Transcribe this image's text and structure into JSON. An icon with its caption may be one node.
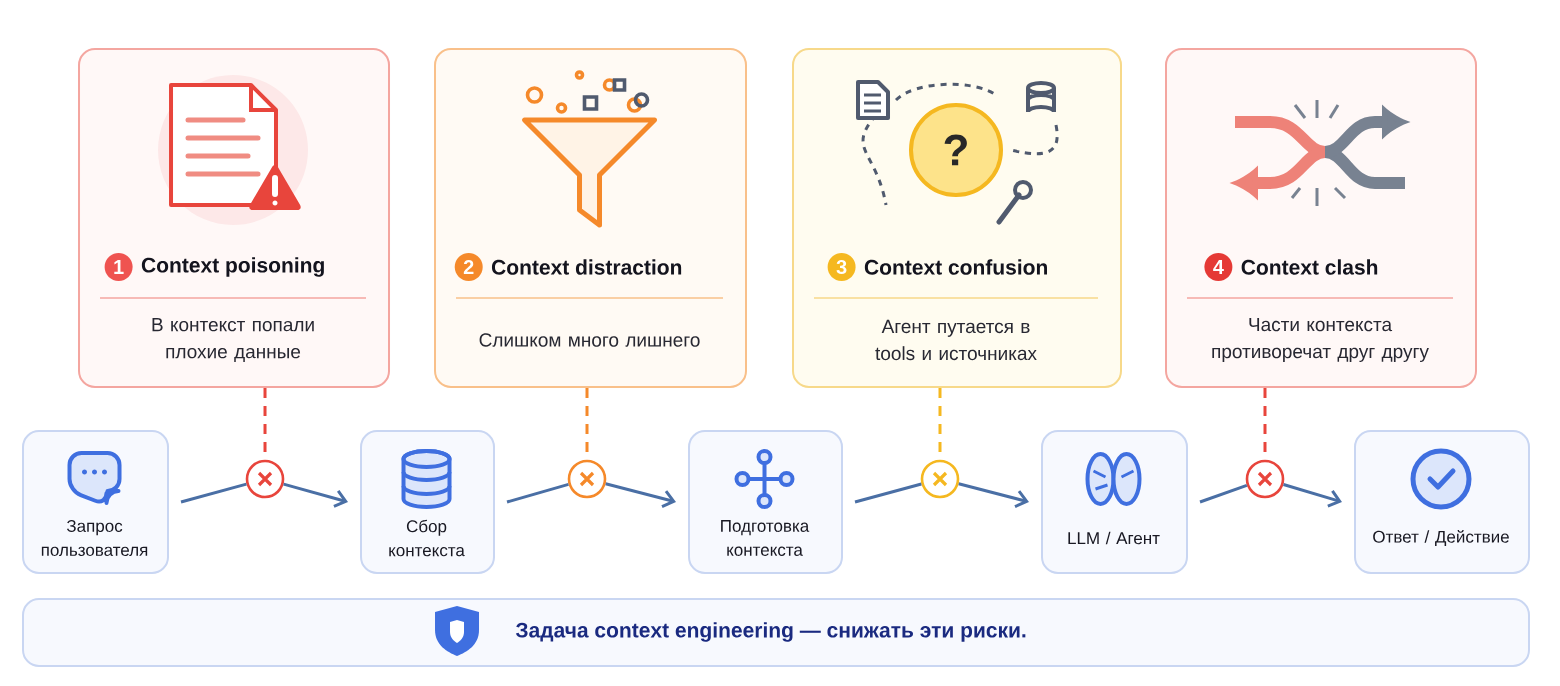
{
  "diagram": {
    "nodes": [
      {
        "text": [
          "1",
          "Context poisoning",
          "В контекст попали плохие данные"
        ]
      },
      {
        "text": [
          "2",
          "Context distraction",
          "Слишком много лишнего"
        ]
      },
      {
        "text": [
          "3",
          "Context confusion",
          "Агент путается в tools и источниках"
        ]
      },
      {
        "text": [
          "4",
          "Context clash",
          "Части контекста противоречат друг другу"
        ]
      },
      {
        "text": [
          "Запрос пользователя"
        ]
      },
      {
        "text": [
          "Сбор контекста"
        ]
      },
      {
        "text": [
          "Подготовка контекста"
        ]
      },
      {
        "text": [
          "LLM / Агент"
        ]
      },
      {
        "text": [
          "Ответ / Действие"
        ]
      },
      {
        "text": [],
        "shape": "circle"
      },
      {
        "text": [],
        "shape": "circle"
      },
      {
        "text": [],
        "shape": "circle"
      },
      {
        "text": [],
        "shape": "circle"
      },
      {
        "text": [
          "Задача context engineering — снижать эти риски."
        ]
      }
    ],
    "edges": [
      {
        "from": 4,
        "to": 9,
        "arrow": "none"
      },
      {
        "from": 9,
        "to": 5,
        "arrow": "to"
      },
      {
        "from": 5,
        "to": 10,
        "arrow": "none"
      },
      {
        "from": 10,
        "to": 6,
        "arrow": "to"
      },
      {
        "from": 6,
        "to": 11,
        "arrow": "none"
      },
      {
        "from": 11,
        "to": 7,
        "arrow": "to"
      },
      {
        "from": 7,
        "to": 12,
        "arrow": "none"
      },
      {
        "from": 12,
        "to": 8,
        "arrow": "to"
      },
      {
        "from": 0,
        "to": 9,
        "arrow": "none",
        "style": "dashed",
        "color": "#e8453c"
      },
      {
        "from": 1,
        "to": 10,
        "arrow": "none",
        "style": "dashed",
        "color": "#f5892a"
      },
      {
        "from": 2,
        "to": 11,
        "arrow": "none",
        "style": "dashed",
        "color": "#f5b820"
      },
      {
        "from": 3,
        "to": 12,
        "arrow": "none",
        "style": "dashed",
        "color": "#e8453c"
      }
    ],
    "labels": [
      "?"
    ]
  }
}
